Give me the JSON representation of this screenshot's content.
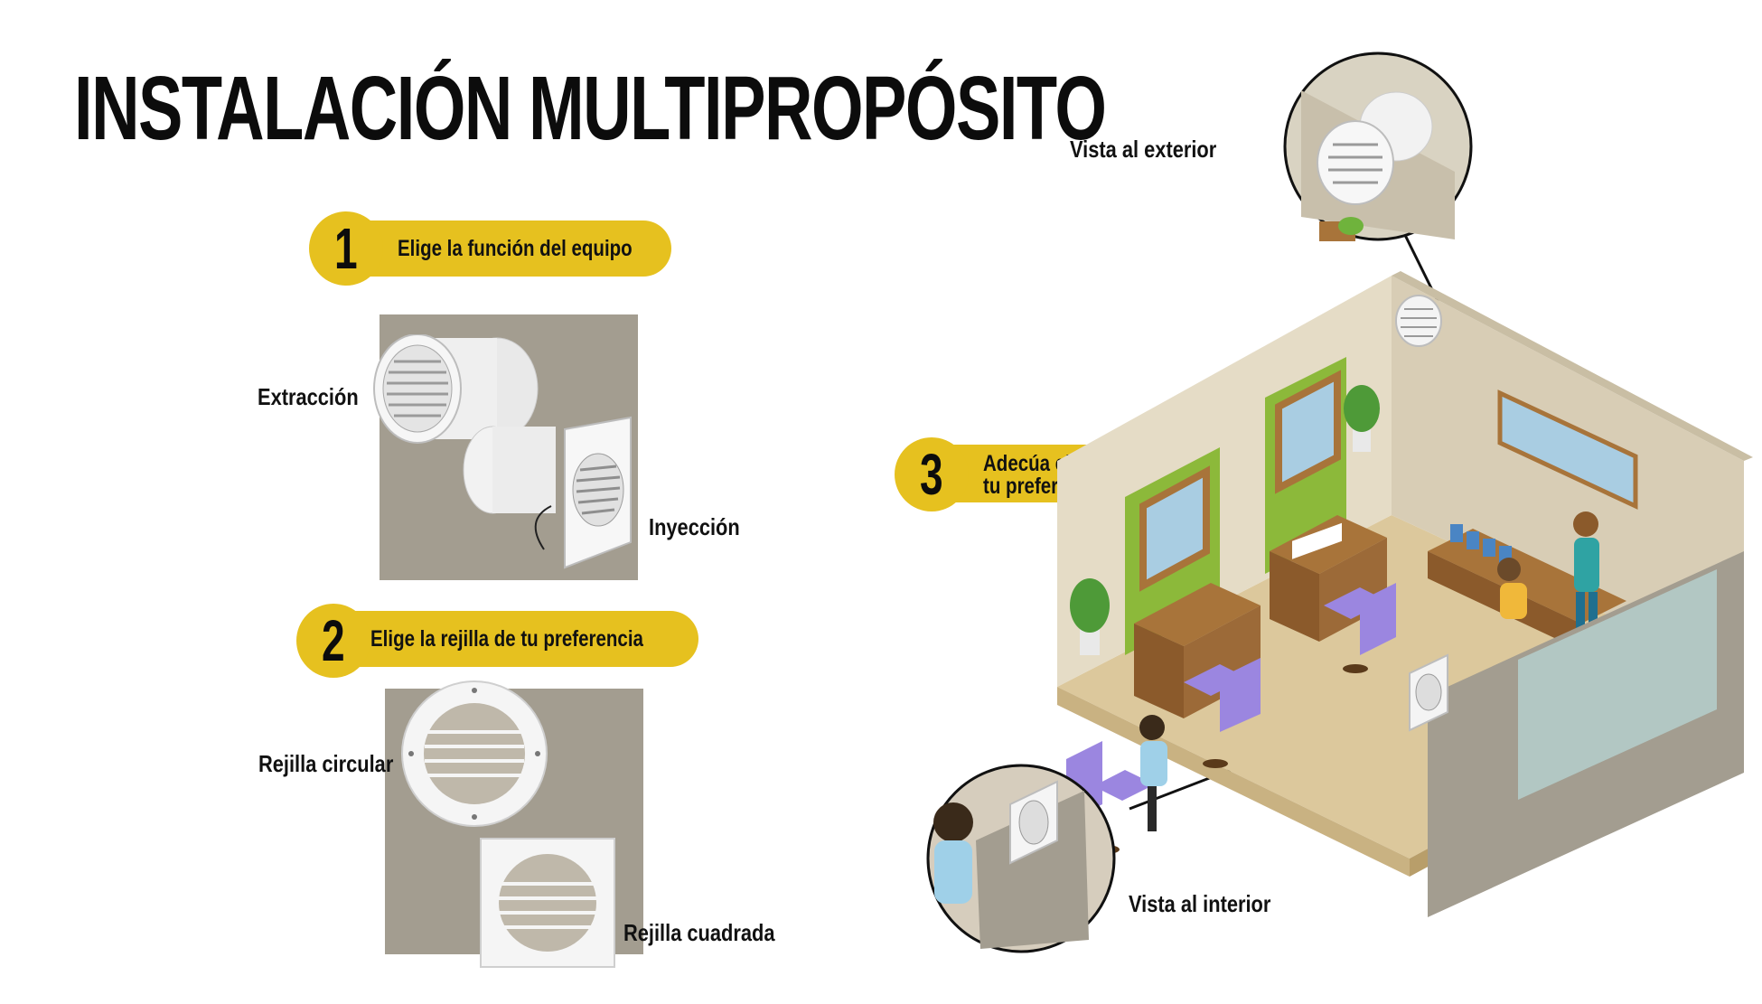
{
  "title": "INSTALACIÓN MULTIPROPÓSITO",
  "steps": [
    {
      "number": "1",
      "label": "Elige la función del equipo"
    },
    {
      "number": "2",
      "label": "Elige la rejilla de tu preferencia"
    },
    {
      "number": "3",
      "label_line1": "Adecúa el cilindro según",
      "label_line2": "tu  preferencia"
    }
  ],
  "labels": {
    "extraction": "Extracción",
    "injection": "Inyección",
    "circular_grille": "Rejilla circular",
    "square_grille": "Rejilla cuadrada",
    "exterior_view": "Vista al exterior",
    "interior_view": "Vista al interior"
  },
  "colors": {
    "accent_yellow": "#e6c11f",
    "wall_grey": "#a39d90",
    "accent_green": "#8cb93a",
    "chair_purple": "#9b86e0"
  }
}
